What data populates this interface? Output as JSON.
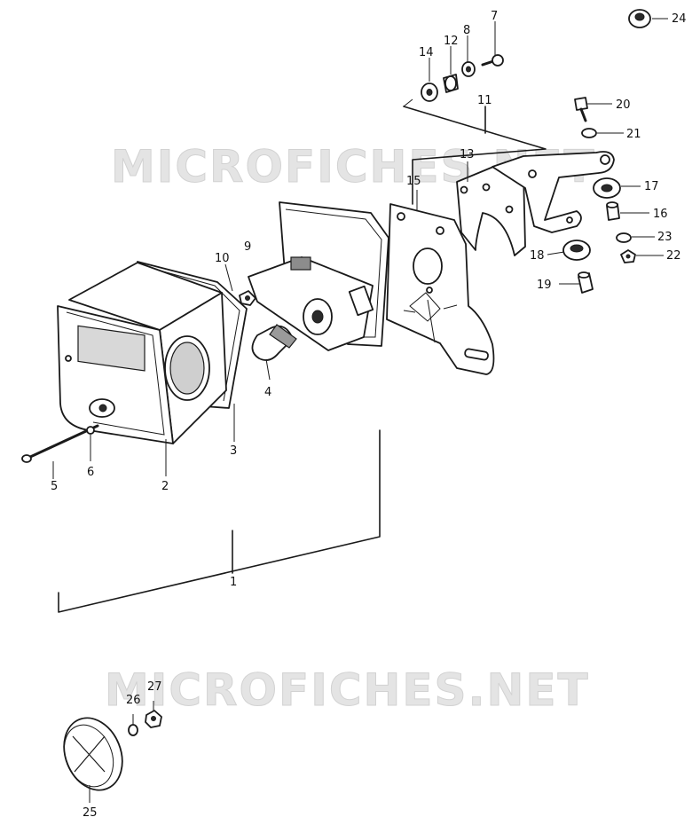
{
  "watermark": {
    "upper": "MICROFICHES.NET",
    "lower": "MICROFICHES.NET"
  },
  "callouts": {
    "n1": "1",
    "n2": "2",
    "n3": "3",
    "n4": "4",
    "n5": "5",
    "n6": "6",
    "n7": "7",
    "n8": "8",
    "n9": "9",
    "n10": "10",
    "n11": "11",
    "n12": "12",
    "n13": "13",
    "n14": "14",
    "n15": "15",
    "n16": "16",
    "n17": "17",
    "n18": "18",
    "n19": "19",
    "n20": "20",
    "n21": "21",
    "n22": "22",
    "n23": "23",
    "n24": "24",
    "n25": "25",
    "n26": "26",
    "n27": "27"
  }
}
